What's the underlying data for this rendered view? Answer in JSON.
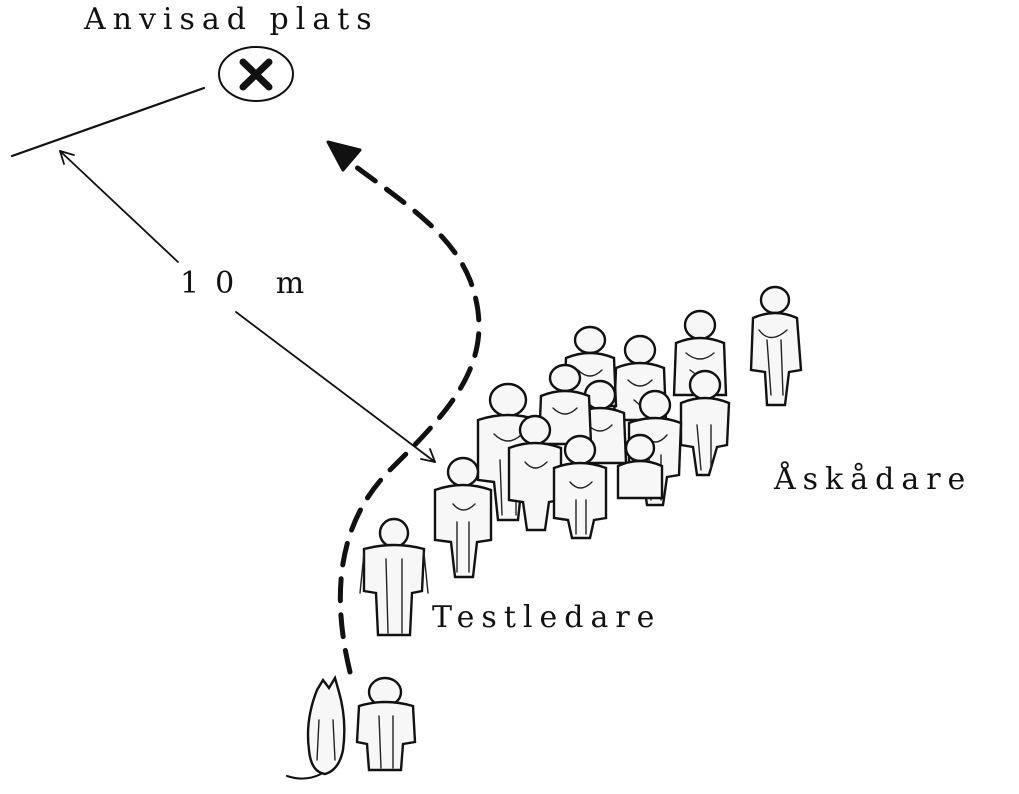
{
  "labels": {
    "target_place": "Anvisad plats",
    "distance": "10 m",
    "spectators": "Åskådare",
    "test_leader": "Testledare"
  },
  "icons": {
    "target_marker": "circled-x-icon",
    "path_arrow": "dashed-curved-arrow",
    "distance_arrow": "double-headed-arrow"
  },
  "colors": {
    "ink": "#111111",
    "background": "#ffffff"
  }
}
